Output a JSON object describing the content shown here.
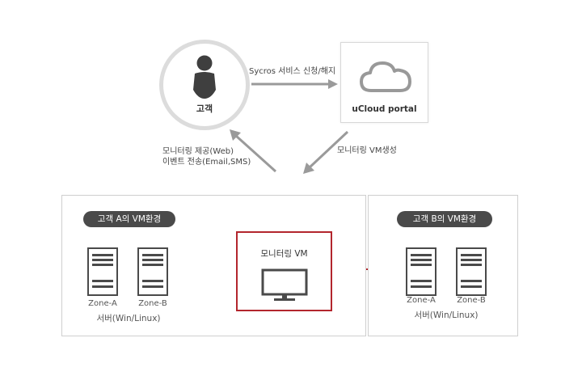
{
  "customer": {
    "label": "고객"
  },
  "portal": {
    "label": "uCloud portal"
  },
  "flows": {
    "request": "Sycros 서비스 신청/해지",
    "create_vm": "모니터링 VM생성",
    "service_line1": "모니터링 제공(Web)",
    "service_line2": "이벤트 전송(Email,SMS)"
  },
  "env_a": {
    "title": "고객 A의 VM환경",
    "zone_a": "Zone-A",
    "zone_b": "Zone-B",
    "server": "서버(Win/Linux)"
  },
  "env_b": {
    "title": "고객 B의 VM환경",
    "zone_a": "Zone-A",
    "zone_b": "Zone-B",
    "server": "서버(Win/Linux)"
  },
  "monitor": {
    "label": "모니터링 VM"
  },
  "colors": {
    "accent_red": "#b3262d",
    "arrow_gray": "#9a9a9a",
    "icon_dark": "#4a4a4a",
    "cloud_gray": "#999999"
  },
  "icons": {
    "person": "person-icon",
    "cloud": "cloud-icon",
    "server": "server-icon",
    "monitor": "monitor-icon"
  }
}
